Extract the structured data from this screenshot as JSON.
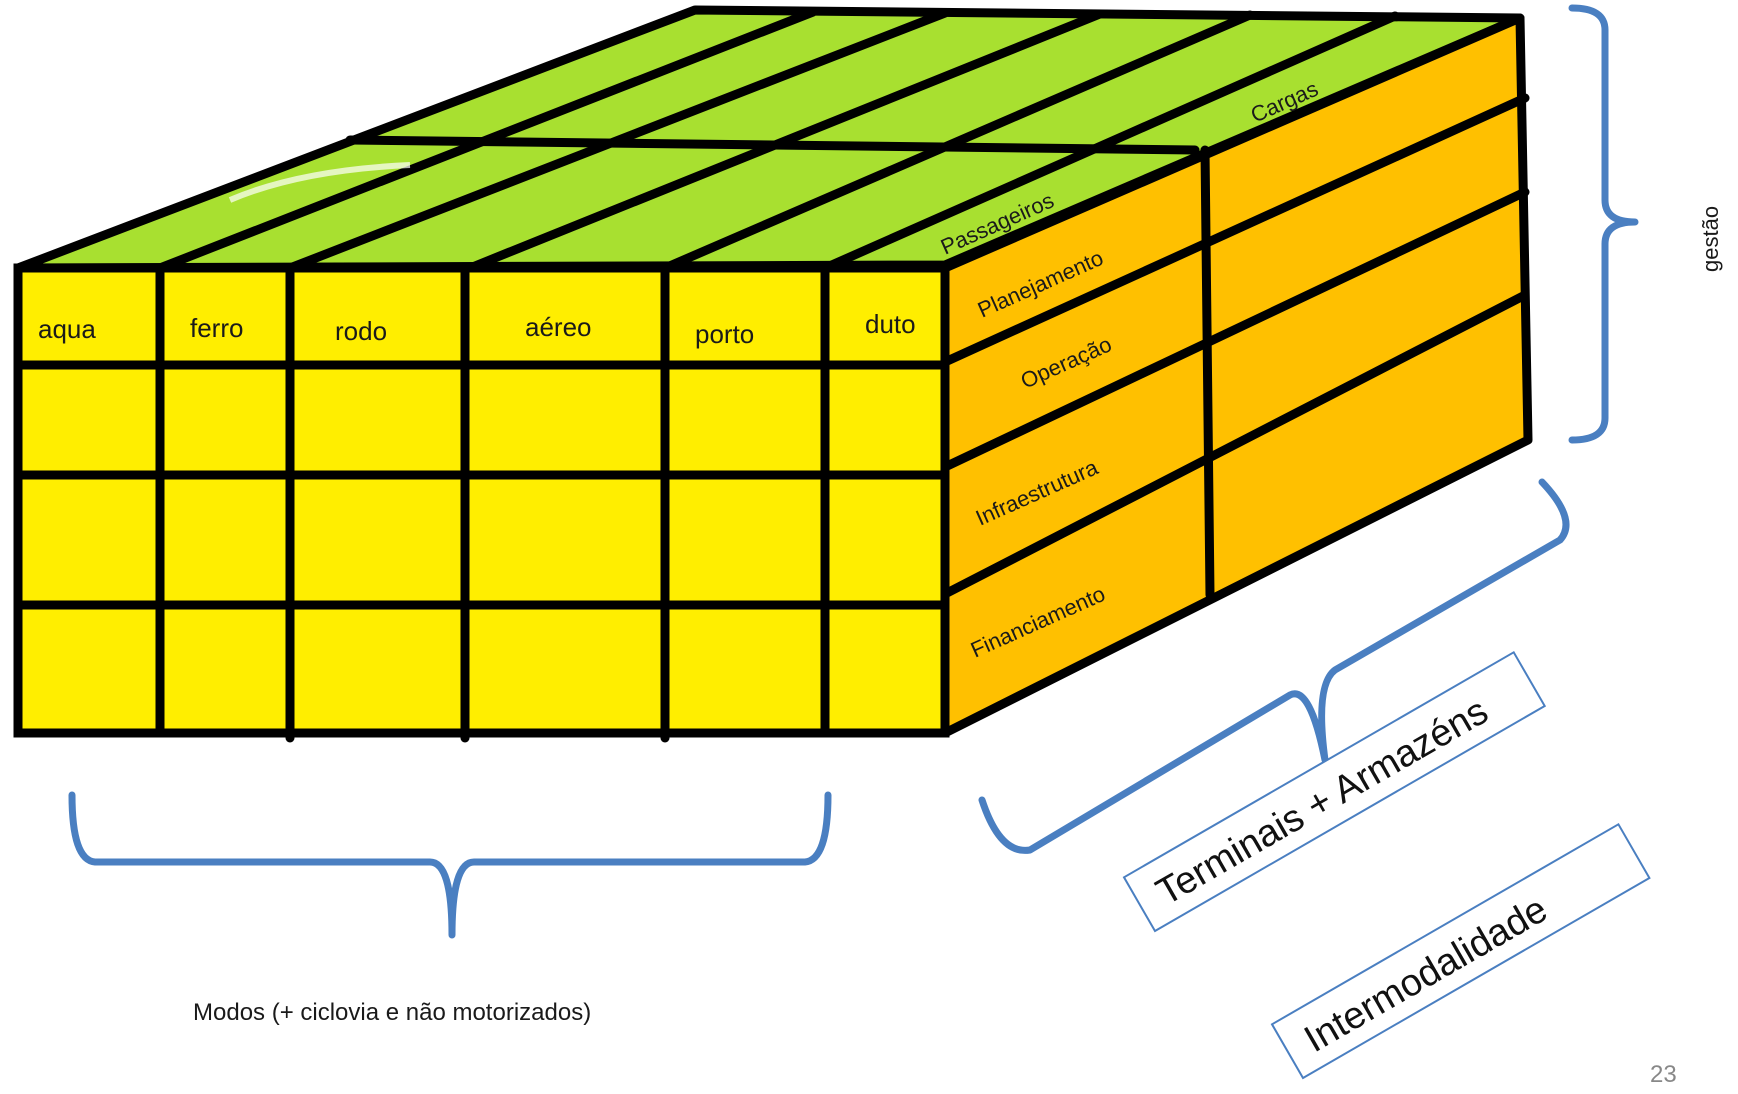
{
  "diagram": {
    "modes": [
      "aqua",
      "ferro",
      "rodo",
      "aéreo",
      "porto",
      "duto"
    ],
    "management_layers": [
      "Planejamento",
      "Operação",
      "Infraestrutura",
      "Financiamento"
    ],
    "segments": {
      "passengers": "Passageiros",
      "cargo": "Cargas"
    },
    "labels": {
      "modes_caption": "Modos (+ ciclovia e não motorizados)",
      "management": "gestão",
      "terminals": "Terminais + Armazéns",
      "intermodality": "Intermodalidade"
    },
    "page_number": "23",
    "colors": {
      "front": "#ffee00",
      "top": "#a8e030",
      "side": "#ffc000",
      "brace": "#4a7fc1"
    }
  }
}
